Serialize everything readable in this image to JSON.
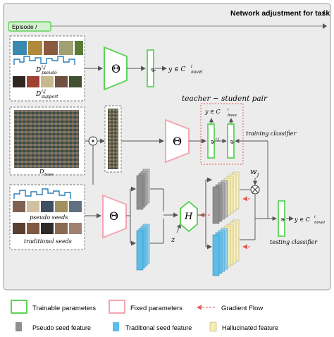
{
  "panel": {
    "title": "Network adjustment for task",
    "title_var": "i",
    "episode_label": "Episode /"
  },
  "images": {
    "pseudo_label": "D",
    "pseudo_sup": "i,j",
    "pseudo_sub": "pseudo",
    "support_label": "D",
    "support_sup": "i,j",
    "support_sub": "support",
    "base_label": "D",
    "base_sub": "base",
    "pseudo_seeds": "pseudo seeds",
    "traditional_seeds": "traditional seeds"
  },
  "network": {
    "theta": "Θ",
    "hallucinator": "H",
    "z": "z",
    "weight": "w",
    "weight_sub": "j",
    "feature_symbol": "φ",
    "feature_sup": "i,j",
    "feature_sub_top": "a",
    "feature_sub_mid": "b",
    "feature_sub_test": "c",
    "feature_sup_mid": "i,j"
  },
  "outputs": {
    "top": "y ∈ C",
    "top_sup": "i",
    "top_sub": "novel",
    "base": "y ∈ C",
    "base_sup": "i",
    "base_sub": "base",
    "right": "y ∈ C",
    "right_sup": "i",
    "right_sub": "novel"
  },
  "labels": {
    "teacher_student": "teacher − student pair",
    "training_classifier": "training classifier",
    "testing_classifier": "testing classifier"
  },
  "legend": {
    "trainable": "Trainable parameters",
    "fixed": "Fixed parameters",
    "gradient": "Gradient Flow",
    "pseudo_seed": "Pseudo seed feature",
    "traditional_seed": "Traditional seed feature",
    "hallucinated": "Hallucinated feature"
  },
  "colors": {
    "trainable": "#5fd35a",
    "fixed": "#f4a6b3",
    "gradient": "#e8584f",
    "pseudo_seed": "#8e8e8e",
    "traditional_seed": "#5bbde8",
    "hallucinated": "#f5ecae",
    "panel_bg": "#ececec"
  }
}
